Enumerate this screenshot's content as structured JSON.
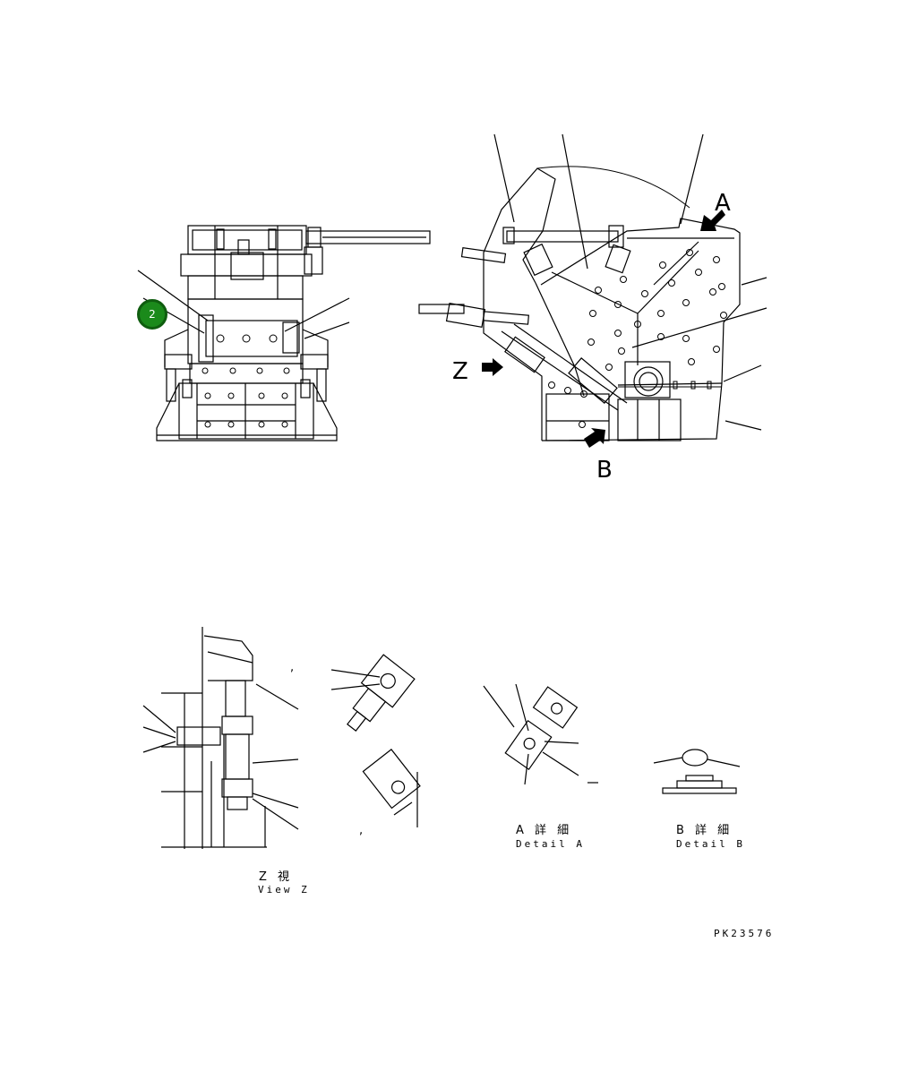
{
  "callouts": {
    "badge_number": "2",
    "label_a": "A",
    "label_b": "B",
    "label_z": "Z"
  },
  "captions": {
    "detail_a_jp": "A 詳 細",
    "detail_a_en": "Detail A",
    "detail_b_jp": "B 詳 細",
    "detail_b_en": "Detail B",
    "view_z_jp": "Z 視",
    "view_z_en": "View Z",
    "drawing_number": "PK23576"
  },
  "marks": {
    "comma_1": ",",
    "comma_2": ","
  },
  "colors": {
    "badge_fill": "#1b8a1b",
    "badge_ring": "#0f5d0f",
    "line": "#000000"
  }
}
